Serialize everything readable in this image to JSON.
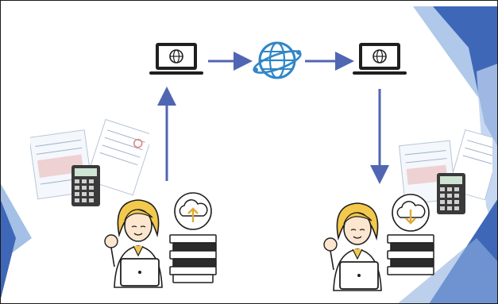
{
  "figure": {
    "kind": "file-transfer-flow",
    "colors": {
      "arrow": "#5066b3",
      "globe": "#2f86c8",
      "device": "#1f1f1f",
      "background_accent": "#3f67b8",
      "background_accent_light": "#8fb0e0",
      "hair": "#f2c94c",
      "skin": "#fde6cf"
    },
    "nodes": [
      {
        "id": "laptop-source",
        "icon": "laptop-globe-icon"
      },
      {
        "id": "internet",
        "icon": "globe-network-icon"
      },
      {
        "id": "laptop-destination",
        "icon": "laptop-globe-icon"
      },
      {
        "id": "sender",
        "icon": "person-upload-icon"
      },
      {
        "id": "receiver",
        "icon": "person-download-icon"
      }
    ],
    "edges": [
      {
        "from": "sender",
        "to": "laptop-source"
      },
      {
        "from": "laptop-source",
        "to": "internet"
      },
      {
        "from": "internet",
        "to": "laptop-destination"
      },
      {
        "from": "laptop-destination",
        "to": "receiver"
      }
    ],
    "decorations": [
      "documents-calculator-icon",
      "cloud-upload-icon",
      "cloud-download-icon",
      "book-stack-icon"
    ]
  }
}
